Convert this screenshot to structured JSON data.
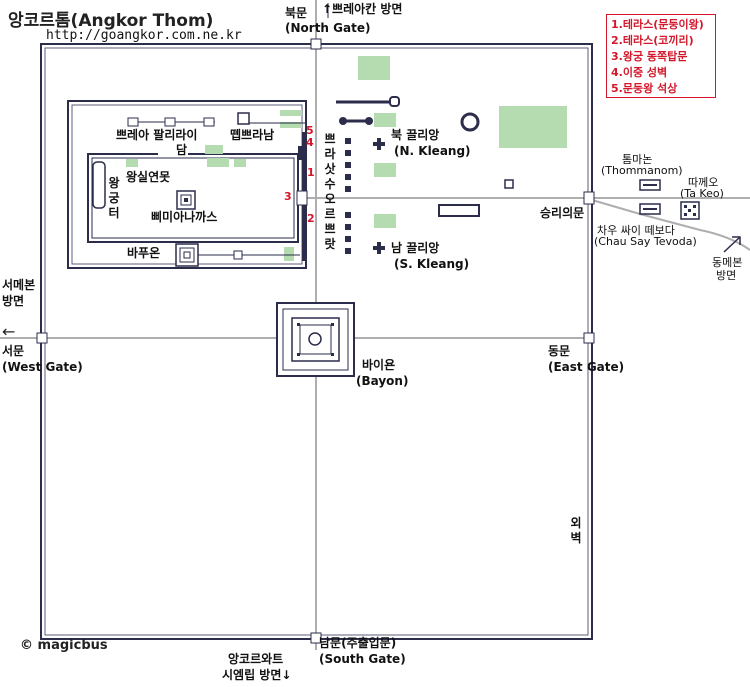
{
  "title": "앙코르톰(Angkor Thom)",
  "url": "http://goangkor.com.ne.kr",
  "gates": {
    "north": {
      "ko": "북문",
      "en": "(North Gate)"
    },
    "south": {
      "ko": "남문(주출입문)",
      "en": "(South Gate)"
    },
    "west": {
      "ko": "서문",
      "en": "(West Gate)"
    },
    "east": {
      "ko": "동문",
      "en": "(East Gate)"
    },
    "victory": "승리의문"
  },
  "directions": {
    "preah_khan": "↑쁘레아칸 방면",
    "west_baray_1": "서메본",
    "west_baray_2": "방면",
    "west_arrow": "←",
    "east_mebon_1": "동메본",
    "east_mebon_2": "방면",
    "angkor_wat_1": "앙코르와트",
    "angkor_wat_2": "시엠립 방면↓"
  },
  "places": {
    "preah_palilay_1": "쁘레아 팔리라이",
    "preah_palilay_2": "담",
    "tep_pranam": "뗍쁘라남",
    "royal_pond": "왕실연못",
    "royal_palace": [
      "왕",
      "궁",
      "터"
    ],
    "phimeanakas": "삐미아나까스",
    "baphuon": "바푸온",
    "prasat_suor_prat": [
      "쁘",
      "라",
      "삿",
      "수",
      "오",
      "르",
      "쁘",
      "랏"
    ],
    "north_kleang_ko": "북 끌리앙",
    "north_kleang_en": "(N. Kleang)",
    "south_kleang_ko": "남 끌리앙",
    "south_kleang_en": "(S. Kleang)",
    "bayon_ko": "바이욘",
    "bayon_en": "(Bayon)",
    "thommanon_ko": "톰마논",
    "thommanon_en": "(Thommanom)",
    "ta_keo_ko": "따께오",
    "ta_keo_en": "(Ta Keo)",
    "chau_say_ko": "차우 싸이 떼보다",
    "chau_say_en": "(Chau Say Tevoda)",
    "outer_wall": [
      "외",
      "벽"
    ]
  },
  "markers": [
    "1",
    "2",
    "3",
    "4",
    "5"
  ],
  "legend": [
    "1.테라스(문둥이왕)",
    "2.테라스(코끼리)",
    "3.왕궁 동쪽탑문",
    "4.이중 성벽",
    "5.문둥왕 석상"
  ],
  "copyright_symbol": "©",
  "copyright": "magicbus",
  "colors": {
    "green": "#b5dbb0",
    "line": "#aeaeae",
    "wall": "#2b2d4b",
    "red": "#d4182c"
  }
}
